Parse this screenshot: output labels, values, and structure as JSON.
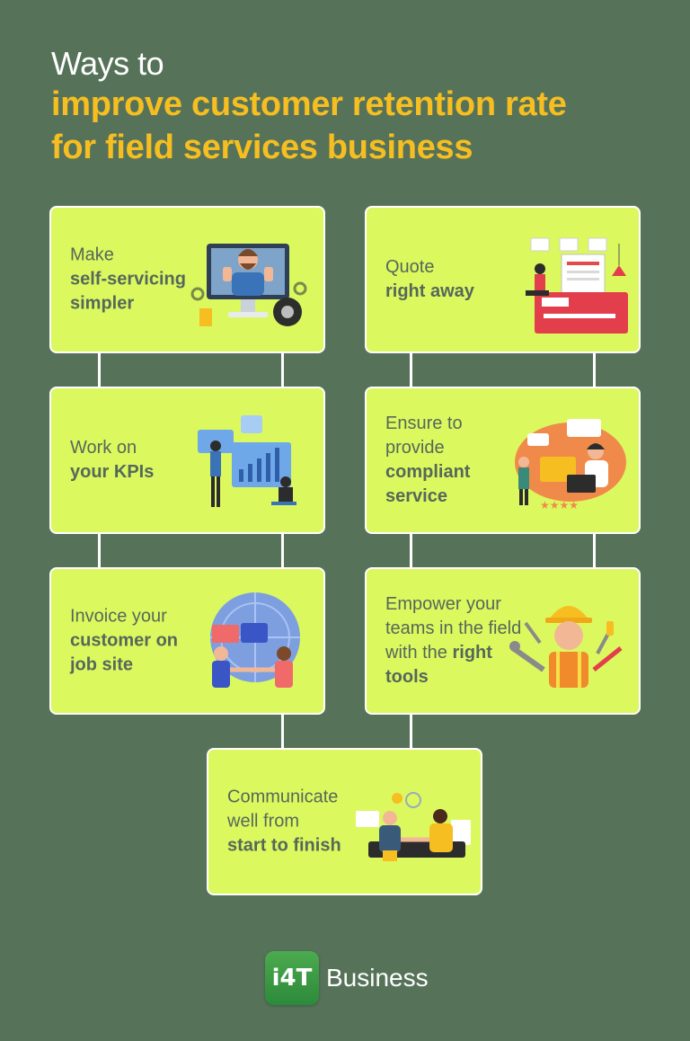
{
  "header": {
    "pre_title": "Ways to",
    "title_line1": "improve customer retention rate",
    "title_line2": "for field services business"
  },
  "cards": [
    {
      "id": "self-service",
      "light1": "Make",
      "bold1": "self-servicing",
      "bold2": "simpler",
      "icon": "repairman-monitor-icon"
    },
    {
      "id": "quote",
      "light1": "Quote",
      "bold1": "right away",
      "icon": "invoice-machine-icon"
    },
    {
      "id": "kpis",
      "light1": "Work on",
      "bold1": "your KPIs",
      "icon": "kpi-dashboard-icon"
    },
    {
      "id": "compliant",
      "light1": "Ensure to",
      "light2": "provide",
      "bold1": "compliant",
      "bold2": "service",
      "icon": "support-agent-icon"
    },
    {
      "id": "invoice",
      "light1": "Invoice your",
      "bold1": "customer on",
      "bold2": "job site",
      "icon": "globe-handshake-icon"
    },
    {
      "id": "empower",
      "light1": "Empower your",
      "light2": "teams in the field",
      "light3": "with the",
      "bold_inline": "right",
      "bold1": "tools",
      "icon": "worker-tools-icon"
    },
    {
      "id": "communicate",
      "light1": "Communicate",
      "light2": "well from",
      "bold1": "start to finish",
      "icon": "meeting-handshake-icon"
    }
  ],
  "logo": {
    "mark": "i4T",
    "word": "Business"
  },
  "colors": {
    "background": "#56735a",
    "card": "#dcf85f",
    "accent": "#f6be20",
    "text": "#56685a"
  }
}
